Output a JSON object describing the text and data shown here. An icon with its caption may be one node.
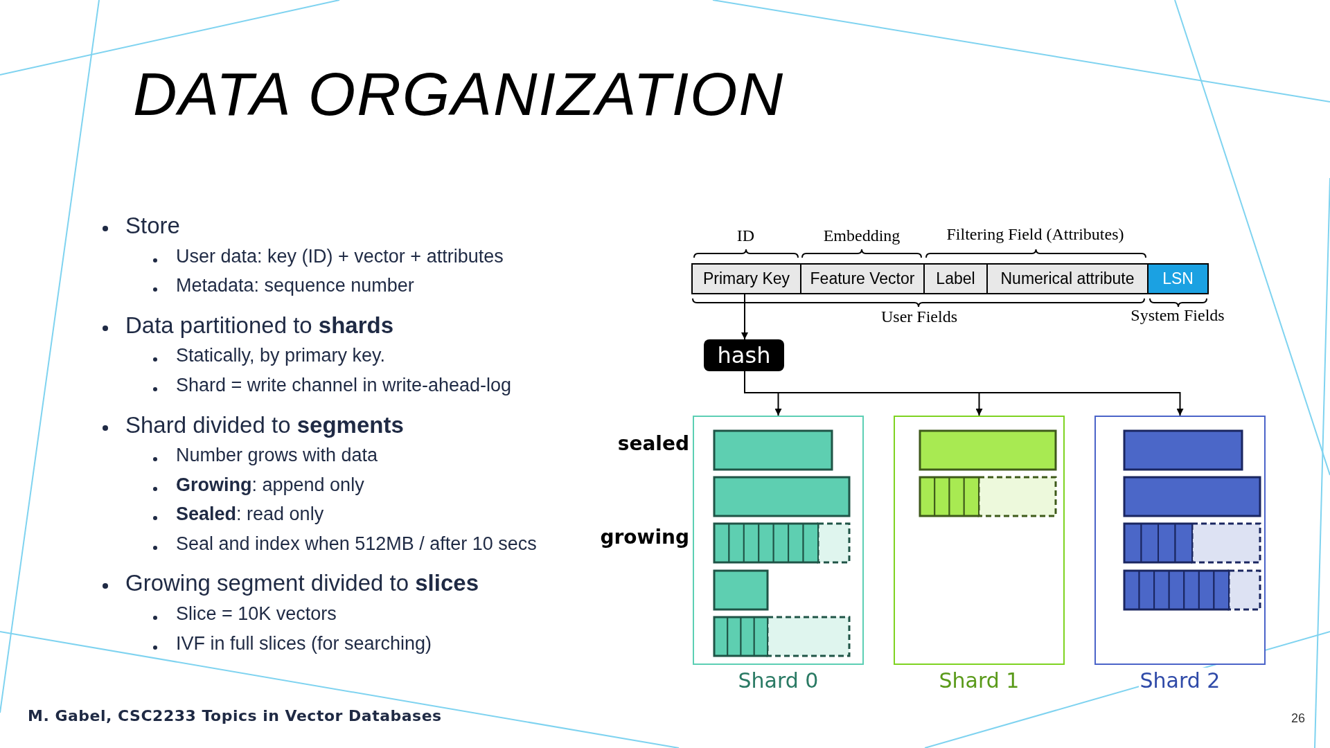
{
  "diagram": {
    "title": "DATA ORGANIZATION",
    "nodes": [
      {
        "text": [
          "Primary Key"
        ]
      },
      {
        "text": [
          "Feature Vector"
        ]
      },
      {
        "text": [
          "Label"
        ]
      },
      {
        "text": [
          "Numerical attribute"
        ]
      },
      {
        "text": [
          "LSN"
        ]
      },
      {
        "text": [
          "hash"
        ]
      },
      {
        "text": [
          "Shard 0"
        ]
      },
      {
        "text": [
          "Shard 1"
        ]
      },
      {
        "text": [
          "Shard 2"
        ]
      }
    ],
    "edges": [
      {
        "from": 0,
        "to": 5,
        "arrow": "to"
      },
      {
        "from": 5,
        "to": 6,
        "arrow": "to"
      },
      {
        "from": 5,
        "to": 7,
        "arrow": "to"
      },
      {
        "from": 5,
        "to": 8,
        "arrow": "to"
      }
    ],
    "labels": [
      "Store",
      "User data: key (ID) + vector + attributes",
      "Metadata: sequence number",
      "Data partitioned to **shards**",
      "Statically, by primary key.",
      "Shard = write channel in write-ahead-log",
      "Shard divided to **segments**",
      "Number grows with data",
      "**Growing**: append only",
      "**Sealed**: read only",
      "Seal and index when 512MB / after 10 secs",
      "Growing segment divided to **slices**",
      "Slice = 10K vectors",
      "IVF in full slices (for searching)",
      "ID",
      "Embedding",
      "Filtering Field (Attributes)",
      "User Fields",
      "System Fields",
      "sealed",
      "growing",
      "M. Gabel, CSC2233 Topics in Vector Databases",
      "26"
    ]
  }
}
